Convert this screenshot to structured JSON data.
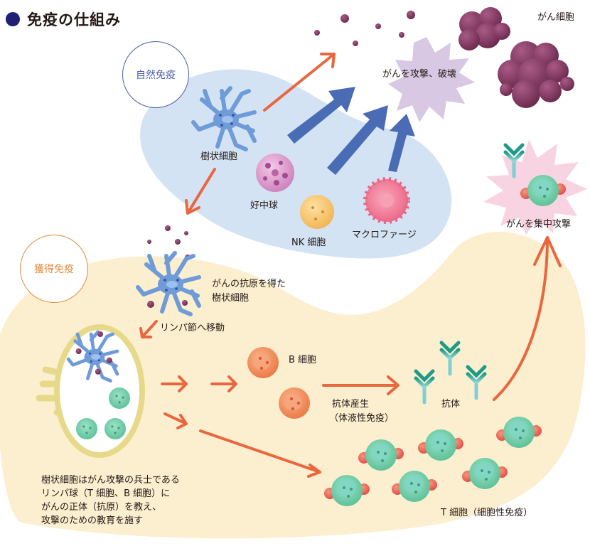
{
  "title": "免疫の仕組み",
  "colors": {
    "title_dot": "#1f2073",
    "innate_region": "#d3e3f3",
    "adaptive_region": "#fcefcf",
    "arrow_orange": "#e8673f",
    "arrow_blue": "#4a6cb5",
    "cancer_cell": "#8e3f6a",
    "dendritic_cell": "#6f9bd9",
    "b_cell": "#f08a55",
    "t_cell": "#6fcfa8",
    "antibody": "#2aa398",
    "burst_purple": "#d8c8e4",
    "burst_pink": "#f8d3e1",
    "lymph_node": "#e7d98a"
  },
  "innate": {
    "badge": "自然免疫",
    "dendritic_cell": "樹状細胞",
    "neutrophil": "好中球",
    "nk_cell": "NK 細胞",
    "macrophage": "マクロファージ",
    "attack_label": "がんを攻撃、破壊",
    "cancer_cell": "がん細胞"
  },
  "adaptive": {
    "badge": "獲得免疫",
    "antigen_dc_line1": "がんの抗原を得た",
    "antigen_dc_line2": "樹状細胞",
    "to_lymph_node": "リンパ節へ移動",
    "b_cell": "B 細胞",
    "antibody_production_line1": "抗体産生",
    "antibody_production_line2": "（体液性免疫）",
    "antibody": "抗体",
    "t_cell": "T 細胞（細胞性免疫）",
    "focused_attack": "がんを集中攻撃",
    "explanation": [
      "樹状細胞はがん攻撃の兵士である",
      "リンパ球（T 細胞、B 細胞）に",
      "がんの正体（抗原）を教え、",
      "攻撃のための教育を施す"
    ]
  }
}
